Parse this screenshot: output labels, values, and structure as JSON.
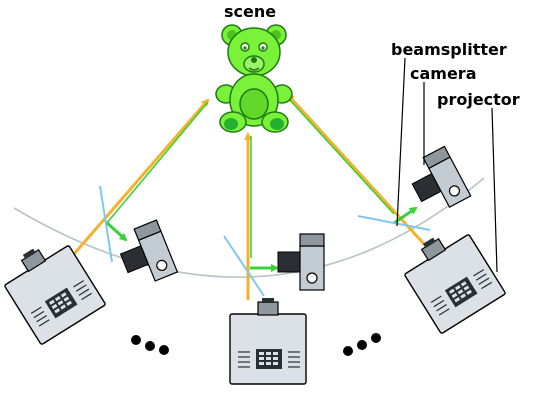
{
  "labels": {
    "scene": "scene",
    "beamsplitter": "beamsplitter",
    "camera": "camera",
    "projector": "projector"
  },
  "colors": {
    "projector_ray": "#f4b12c",
    "camera_ray": "#3ad13a",
    "beamsplitter": "#7fc7ea",
    "arc": "#b9c3cb",
    "bear_fill": "#7af23a",
    "bear_outline": "#1f7a10",
    "device_gray": "#c3ccd3",
    "device_dark": "#2b2f33"
  },
  "icons": [
    "teddy-bear-scene",
    "projector-icon",
    "camera-icon",
    "beamsplitter-plate",
    "ellipsis-dots"
  ]
}
